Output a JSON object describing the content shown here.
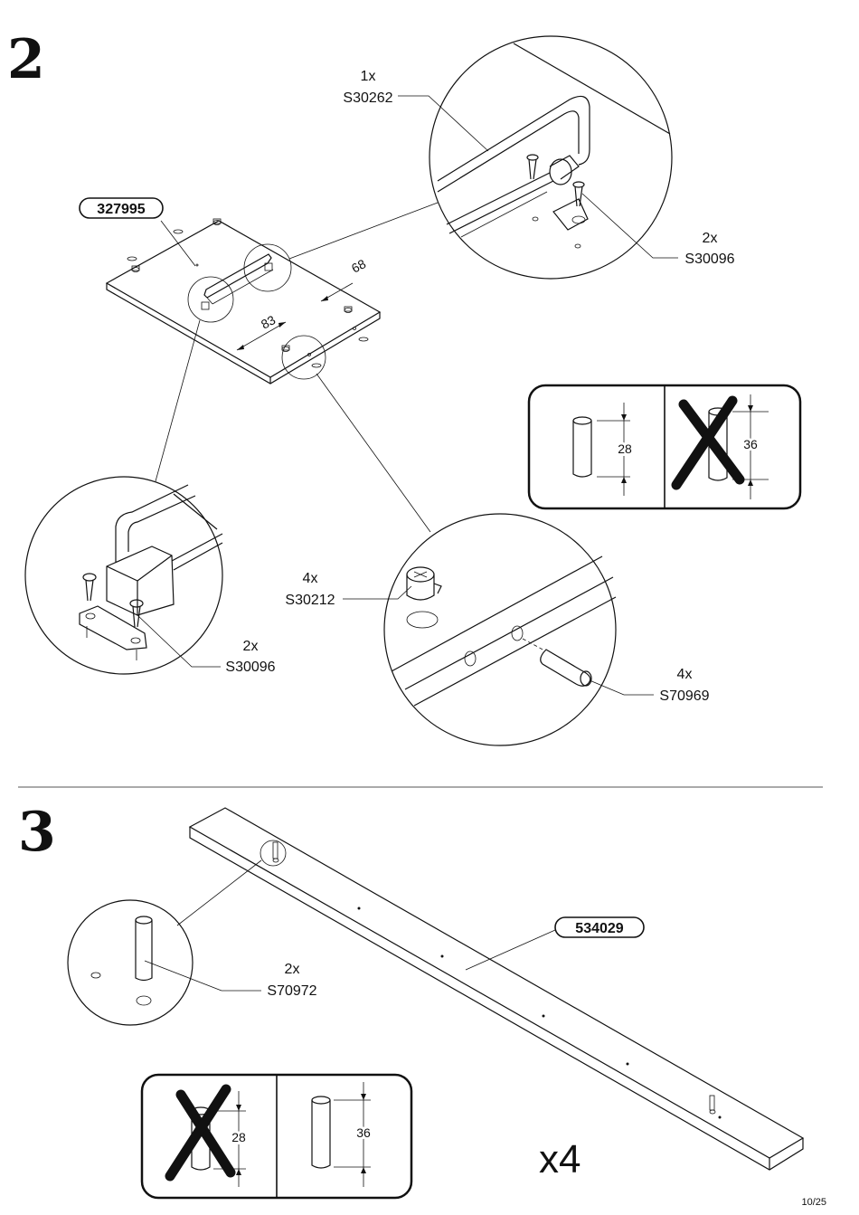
{
  "steps": {
    "step2": {
      "number": "2",
      "panel_part": "327995",
      "dim_a": "68",
      "dim_b": "83",
      "callout_bar": {
        "qty": "1x",
        "code": "S30262"
      },
      "callout_screw_top": {
        "qty": "2x",
        "code": "S30096"
      },
      "callout_screw_left": {
        "qty": "2x",
        "code": "S30096"
      },
      "callout_cam": {
        "qty": "4x",
        "code": "S30212"
      },
      "callout_dowel": {
        "qty": "4x",
        "code": "S70969"
      },
      "check_box": {
        "wrong_length": "36",
        "right_length": "28"
      }
    },
    "step3": {
      "number": "3",
      "rail_part": "534029",
      "callout_dowel": {
        "qty": "2x",
        "code": "S70972"
      },
      "check_box": {
        "wrong_length": "28",
        "right_length": "36"
      },
      "multiplier": "x4"
    }
  },
  "page_number": "10/25"
}
